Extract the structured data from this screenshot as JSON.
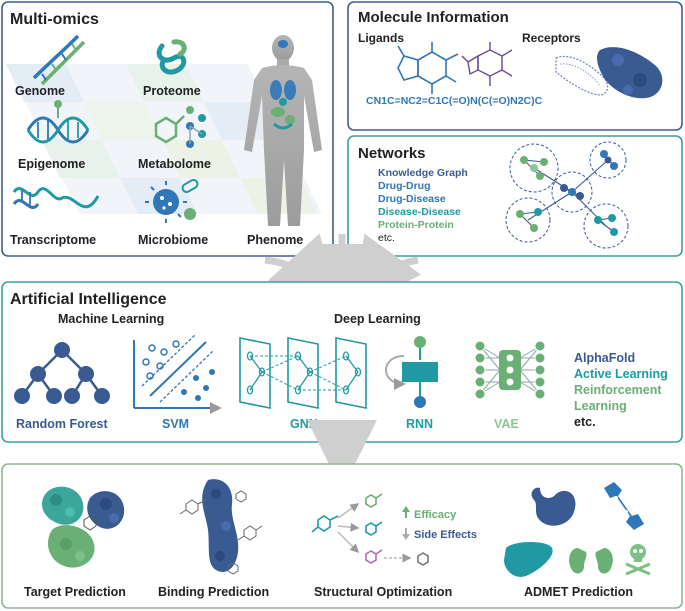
{
  "colors": {
    "navy": "#3a5a92",
    "blue": "#2e77b8",
    "teal": "#1f9aa3",
    "green": "#6aaf74",
    "panel_border": "#3c5f93",
    "panel_border_teal": "#3aa0a0",
    "panel_border_green": "#8ab98d",
    "gray_arrow": "#cfcfcf",
    "human": "#a9a9a9"
  },
  "multiomics": {
    "title": "Multi-omics",
    "items": [
      {
        "label": "Genome",
        "icon": "dna-icon"
      },
      {
        "label": "Proteome",
        "icon": "protein-icon"
      },
      {
        "label": "Epigenome",
        "icon": "dna-marker-icon"
      },
      {
        "label": "Metabolome",
        "icon": "molecule-icon"
      },
      {
        "label": "Transcriptome",
        "icon": "rna-icon"
      },
      {
        "label": "Microbiome",
        "icon": "microbe-icon"
      }
    ],
    "phenome": "Phenome"
  },
  "molecule": {
    "title": "Molecule Information",
    "ligands": "Ligands",
    "receptors": "Receptors",
    "smiles": "CN1C=NC2=C1C(=O)N(C(=O)N2C)C"
  },
  "networks": {
    "title": "Networks",
    "items": [
      {
        "label": "Knowledge Graph",
        "color": "#3a5a92"
      },
      {
        "label": "Drug-Drug",
        "color": "#2e77b8"
      },
      {
        "label": "Drug-Disease",
        "color": "#2e77b8"
      },
      {
        "label": "Disease-Disease",
        "color": "#1f9aa3"
      },
      {
        "label": "Protein-Protein",
        "color": "#6aaf74"
      },
      {
        "label": "etc.",
        "color": "#222222"
      }
    ]
  },
  "ai": {
    "title": "Artificial Intelligence",
    "ml": "Machine Learning",
    "dl": "Deep Learning",
    "models": {
      "rf": "Random Forest",
      "svm": "SVM",
      "gnn": "GNN",
      "rnn": "RNN",
      "vae": "VAE"
    },
    "others": [
      {
        "label": "AlphaFold",
        "color": "#3a5a92"
      },
      {
        "label": "Active Learning",
        "color": "#1f9aa3"
      },
      {
        "label": "Reinforcement",
        "color": "#6aaf74"
      },
      {
        "label": "Learning",
        "color": "#6aaf74"
      },
      {
        "label": "etc.",
        "color": "#222222"
      }
    ]
  },
  "applications": {
    "target": "Target Prediction",
    "binding": "Binding Prediction",
    "structural": "Structural Optimization",
    "efficacy": "Efficacy",
    "side_effects": "Side Effects",
    "admet": "ADMET Prediction"
  }
}
